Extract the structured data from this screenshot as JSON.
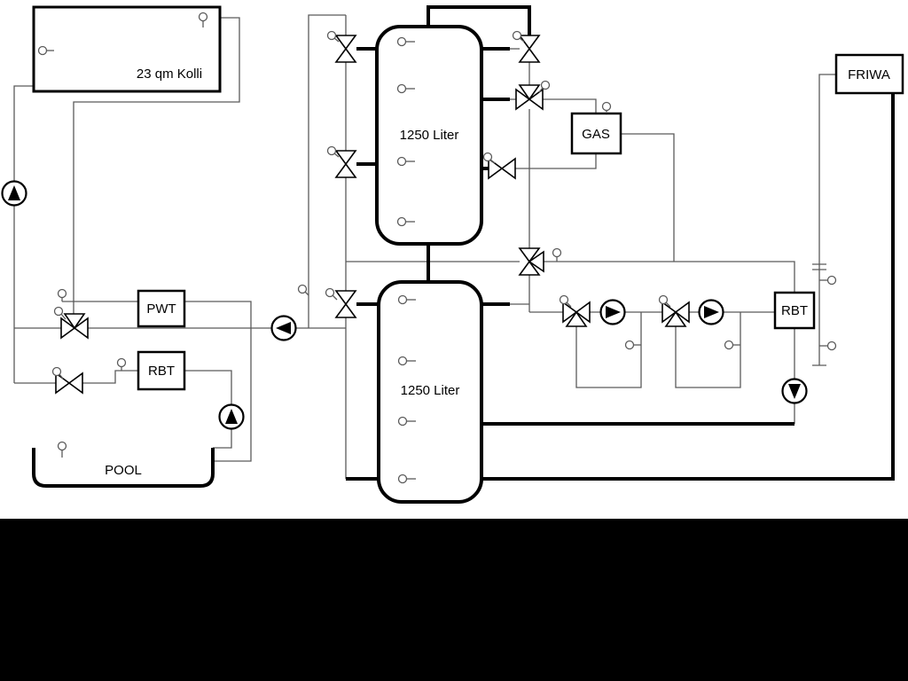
{
  "diagram": {
    "type": "hydraulic-schematic",
    "background_color": "#ffffff",
    "thin_line_color": "#5a5a5a",
    "pipe_color": "#000000",
    "bottom_bar_color": "#000000",
    "labels": {
      "collector": "23 qm Kolli",
      "tank_top": "1250 Liter",
      "tank_bottom": "1250 Liter",
      "gas": "GAS",
      "friwa": "FRIWA",
      "pwt": "PWT",
      "rbt_left": "RBT",
      "rbt_right": "RBT",
      "pool": "POOL"
    }
  }
}
